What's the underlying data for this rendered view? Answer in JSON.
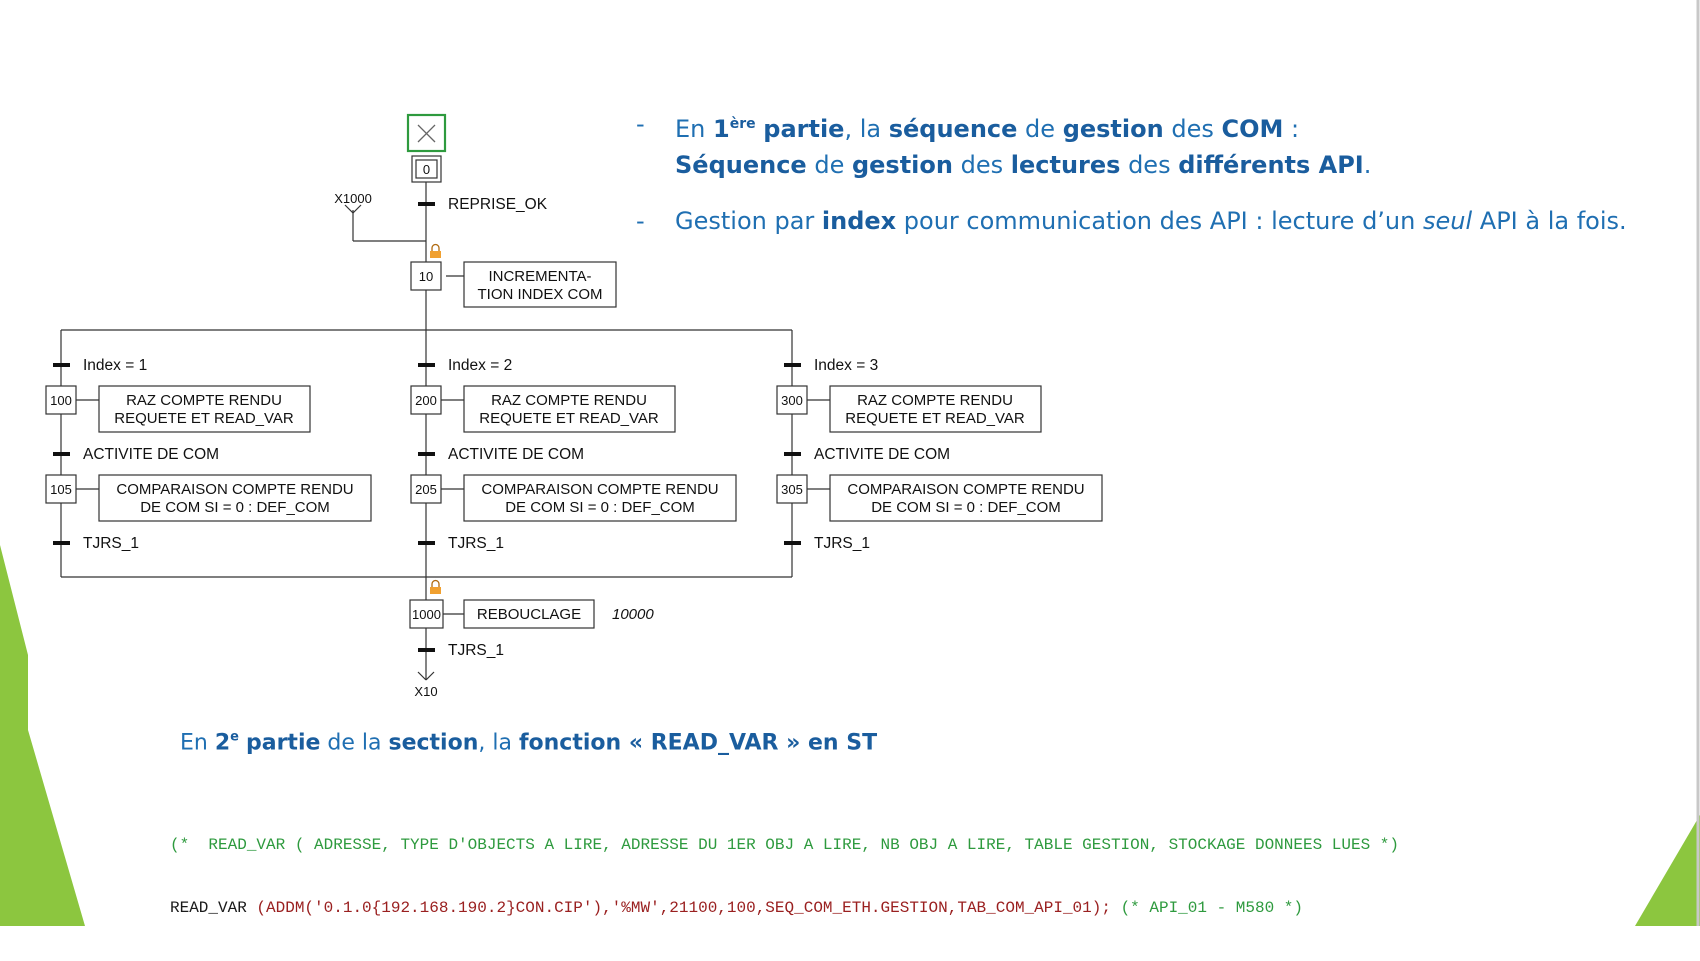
{
  "grafcet": {
    "init_step": "0",
    "reprise_ref": "X1000",
    "reprise_trans": "REPRISE_OK",
    "step10": {
      "num": "10",
      "action_line1": "INCREMENTA-",
      "action_line2": "TION INDEX COM"
    },
    "branches": [
      {
        "cond": "Index = 1",
        "stepA": "100",
        "actA1": "RAZ COMPTE RENDU",
        "actA2": "REQUETE ET READ_VAR",
        "trans2": "ACTIVITE DE COM",
        "stepB": "105",
        "actB1": "COMPARAISON COMPTE RENDU",
        "actB2": "DE COM SI = 0 : DEF_COM",
        "trans3": "TJRS_1"
      },
      {
        "cond": "Index = 2",
        "stepA": "200",
        "actA1": "RAZ COMPTE RENDU",
        "actA2": "REQUETE ET READ_VAR",
        "trans2": "ACTIVITE DE COM",
        "stepB": "205",
        "actB1": "COMPARAISON COMPTE RENDU",
        "actB2": "DE COM SI = 0 : DEF_COM",
        "trans3": "TJRS_1"
      },
      {
        "cond": "Index = 3",
        "stepA": "300",
        "actA1": "RAZ COMPTE RENDU",
        "actA2": "REQUETE ET READ_VAR",
        "trans2": "ACTIVITE DE COM",
        "stepB": "305",
        "actB1": "COMPARAISON COMPTE RENDU",
        "actB2": "DE COM SI = 0 : DEF_COM",
        "trans3": "TJRS_1"
      }
    ],
    "step1000": {
      "num": "1000",
      "action": "REBOUCLAGE",
      "note": "10000"
    },
    "final_trans": "TJRS_1",
    "jump_target": "X10"
  },
  "bullets": {
    "b1": {
      "p1": "En ",
      "p2": "1",
      "p3": "ère",
      "p4": "partie",
      "p5": ", la ",
      "p6": "séquence",
      "p7": " de ",
      "p8": "gestion",
      "p9": " des ",
      "p10": "COM",
      "p11": " :"
    },
    "b1l2": {
      "p1": "Séquence",
      "p2": " de ",
      "p3": "gestion",
      "p4": " des ",
      "p5": "lectures",
      "p6": " des ",
      "p7": "différents API",
      "p8": "."
    },
    "b2": {
      "p1": "Gestion par ",
      "p2": "index",
      "p3": " pour communication des API : lecture d’un ",
      "p4": "seul",
      "p5": " API à la fois."
    },
    "dash": "-"
  },
  "part2": {
    "p1": "En ",
    "p2": "2",
    "p3": "e",
    "p4": "partie",
    "p5": " de la ",
    "p6": "section",
    "p7": ", la ",
    "p8": "fonction « READ_VAR » en ST"
  },
  "code": {
    "line1": "(*  READ_VAR ( ADRESSE, TYPE D'OBJECTS A LIRE, ADRESSE DU 1ER OBJ A LIRE, NB OBJ A LIRE, TABLE GESTION, STOCKAGE DONNEES LUES *)",
    "l2a": "READ_VAR ",
    "l2b": "(ADDM('0.1.0{192.168.190.2}CON.CIP'),'%MW',21100,100,SEQ_COM_ETH.GESTION,TAB_COM_API_01);",
    "l2c": " (* API_01 - M580 *)"
  },
  "colors": {
    "accent_blue": "#1f6fb2",
    "deco_green": "#8cc63f",
    "code_green": "#2e9a3e",
    "code_red": "#9a2020",
    "lock_orange": "#f0a030",
    "init_green": "#2e9a3e"
  }
}
